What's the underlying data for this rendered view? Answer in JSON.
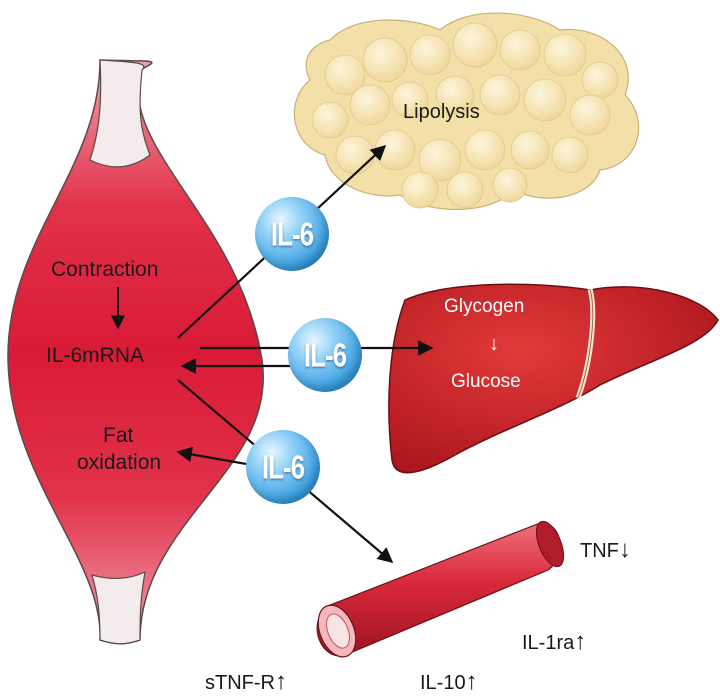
{
  "muscle": {
    "contraction": "Contraction",
    "mrna": "IL-6mRNA",
    "fat_line1": "Fat",
    "fat_line2": "oxidation"
  },
  "messenger": {
    "label_top": "IL-6",
    "label_middle": "IL-6",
    "label_bottom": "IL-6"
  },
  "adipose": {
    "label": "Lipolysis"
  },
  "liver": {
    "glycogen": "Glycogen",
    "arrow": "↓",
    "glucose": "Glucose"
  },
  "vessel": {
    "tnf": "TNF",
    "tnf_arrow": "↓",
    "il1ra": "IL-1ra",
    "il1ra_arrow": "↑",
    "il10": "IL-10",
    "il10_arrow": "↑",
    "stnfr": "sTNF-R",
    "stnfr_arrow": "↑"
  },
  "colors": {
    "muscle_red": "#e0233f",
    "tendon": "#f4ecec",
    "adipose": "#f3e0a8",
    "liver": "#c91f26",
    "il6_blue": "#3a9fe0",
    "vessel": "#d8283a"
  }
}
